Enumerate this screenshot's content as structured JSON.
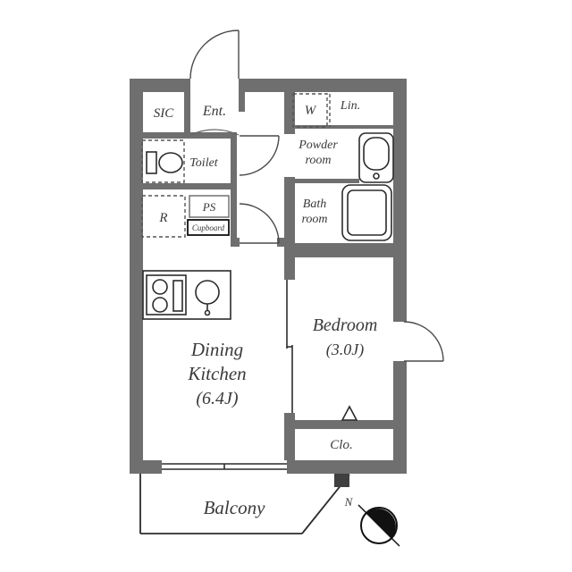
{
  "colors": {
    "wall": "#6f6f6f",
    "line": "#2b2b2b",
    "text": "#3a3a3a",
    "background": "#ffffff"
  },
  "rooms": {
    "sic": "SIC",
    "entrance": "Ent.",
    "washer": "W",
    "linen": "Lin.",
    "powder_line1": "Powder",
    "powder_line2": "room",
    "toilet": "Toilet",
    "refrigerator": "R",
    "pipe_space": "PS",
    "cupboard": "Cupboard",
    "bath_line1": "Bath",
    "bath_line2": "room",
    "dining_line1": "Dining",
    "dining_line2": "Kitchen",
    "dining_size": "(6.4J)",
    "bedroom": "Bedroom",
    "bedroom_size": "(3.0J)",
    "closet": "Clo.",
    "balcony": "Balcony",
    "compass_north": "N"
  }
}
